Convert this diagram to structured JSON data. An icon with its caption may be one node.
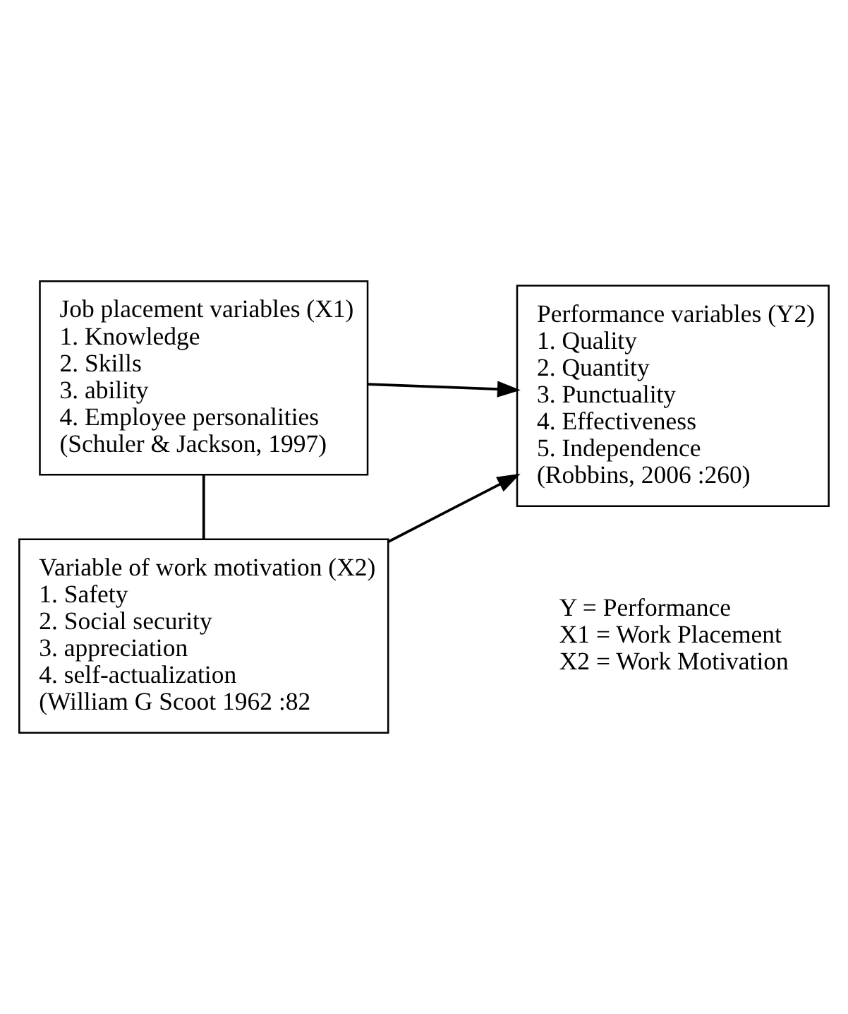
{
  "diagram": {
    "nodes": [
      {
        "text": [
          "Job placement variables (X1)",
          "1. Knowledge",
          "2. Skills",
          "3. ability",
          "4. Employee personalities",
          "(Schuler & Jackson, 1997)"
        ]
      },
      {
        "text": [
          "Variable of work motivation (X2)",
          "1. Safety",
          "2. Social security",
          "3. appreciation",
          "4. self-actualization",
          "(William G Scoot 1962 :82"
        ]
      },
      {
        "text": [
          "Performance variables (Y2)",
          "1. Quality",
          "2. Quantity",
          "3. Punctuality",
          "4. Effectiveness",
          "5. Independence",
          "(Robbins, 2006 :260)"
        ]
      }
    ],
    "edges": [
      {
        "from": 0,
        "to": 2,
        "arrow": "to"
      },
      {
        "from": 1,
        "to": 2,
        "arrow": "to"
      },
      {
        "from": 0,
        "to": 1,
        "arrow": "none"
      }
    ],
    "labels": [
      "Y = Performance",
      "X1 = Work Placement",
      "X2 = Work Motivation"
    ]
  }
}
